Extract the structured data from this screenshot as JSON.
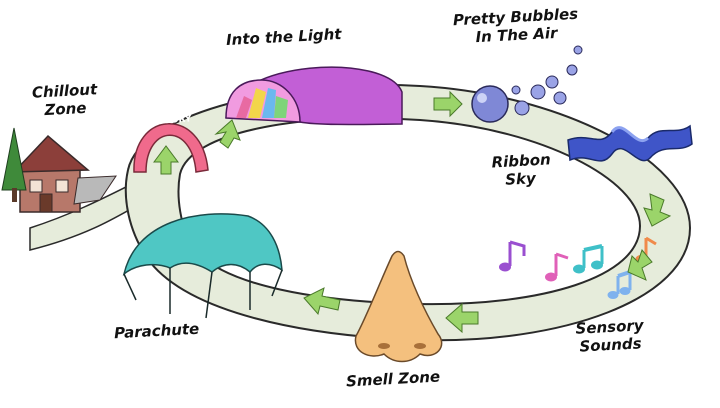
{
  "labels": {
    "into_the_light": "Into the Light",
    "pretty_bubbles_line1": "Pretty Bubbles",
    "pretty_bubbles_line2": "In The Air",
    "chillout_line1": "Chillout",
    "chillout_line2": "Zone",
    "ribbon_line1": "Ribbon",
    "ribbon_line2": "Sky",
    "parachute": "Parachute",
    "sensory_line1": "Sensory",
    "sensory_line2": "Sounds",
    "smell_zone": "Smell Zone",
    "arch_sign": "SENSORY"
  },
  "icons": [
    "house-icon",
    "tree-icon",
    "arch-icon",
    "tunnel-icon",
    "bubbles-icon",
    "ribbon-icon",
    "music-notes-icon",
    "nose-icon",
    "parachute-icon",
    "arrow-icon"
  ],
  "colors": {
    "path": "#e6ecdb",
    "path_outline": "#2a2a2a",
    "arrow": "#9bd46a",
    "tunnel": "#c25fd6",
    "arch": "#f06a8c",
    "bubble": "#7f88d6",
    "ribbon": "#3f55c8",
    "parachute": "#4fc7c4",
    "nose": "#f4c07e",
    "note_purple": "#9a4fd0",
    "note_pink": "#e060b8",
    "note_teal": "#3fc0c8",
    "note_orange": "#f08a4a",
    "note_blue": "#7fb2ee"
  }
}
